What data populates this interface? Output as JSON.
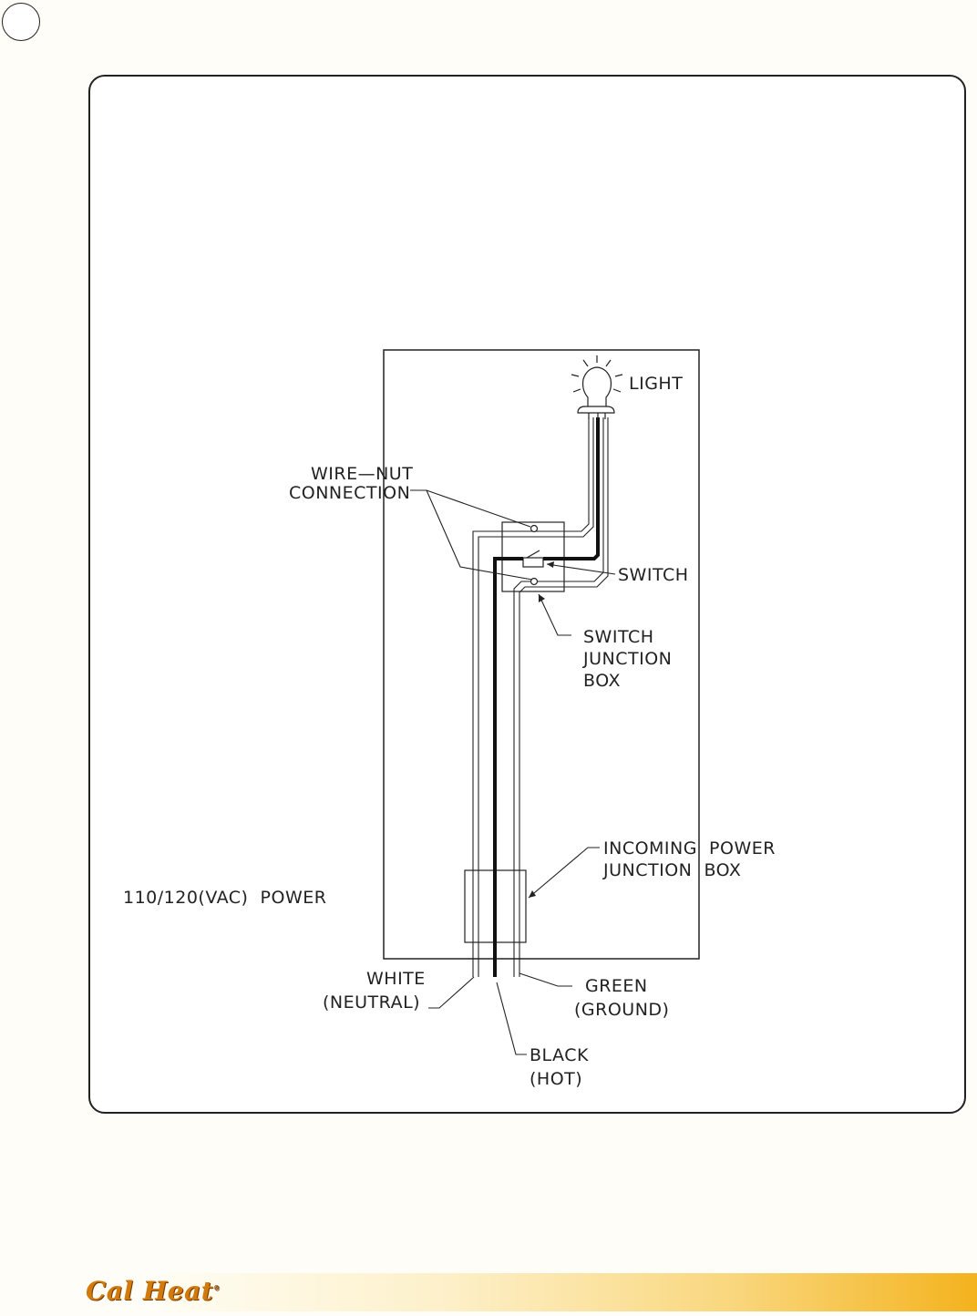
{
  "diagram": {
    "labels": {
      "light": "LIGHT",
      "wire_nut_1": "WIRE—NUT",
      "wire_nut_2": "CONNECTION",
      "switch": "SWITCH",
      "switch_box_1": "SWITCH",
      "switch_box_2": "JUNCTION",
      "switch_box_3": "BOX",
      "incoming_1": "INCOMING  POWER",
      "incoming_2": "JUNCTION  BOX",
      "power": "110/120(VAC)  POWER",
      "white_1": "WHITE",
      "white_2": "(NEUTRAL)",
      "green_1": "GREEN",
      "green_2": "(GROUND)",
      "black_1": "BLACK",
      "black_2": "(HOT)"
    }
  },
  "footer": {
    "brand": "Cal Heat",
    "trademark": "®",
    "bar_color": "#f4b31e",
    "logo_color": "#d27a0c"
  }
}
